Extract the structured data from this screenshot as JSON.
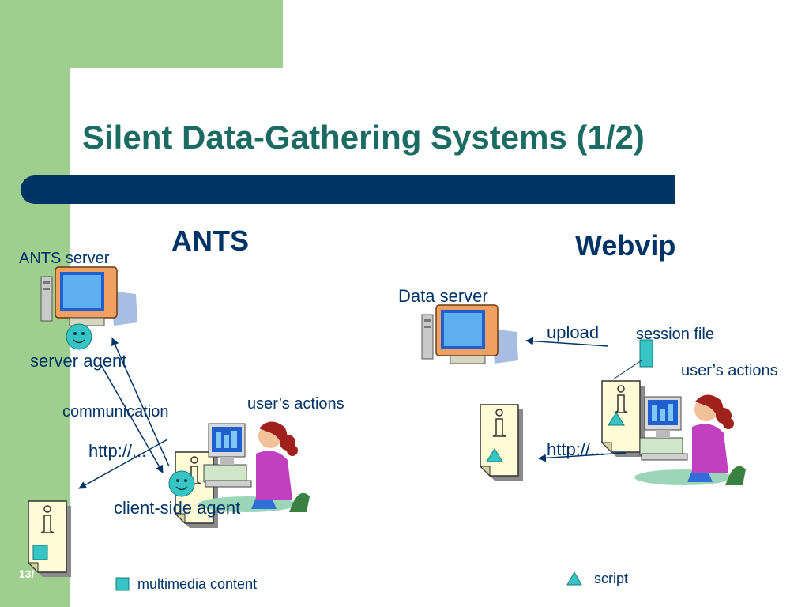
{
  "slide": {
    "title": "Silent Data-Gathering Systems (1/2)",
    "page_number": "13/",
    "colors": {
      "title": "#1b6b63",
      "accent_bar": "#003366",
      "side_panel": "#9fcf8f",
      "arrow": "#003366"
    }
  },
  "ants": {
    "heading": "ANTS",
    "server_label": "ANTS server",
    "server_agent_label": "server agent",
    "communication_label": "communication",
    "http_label": "http://...",
    "users_actions_label": "user’s actions",
    "client_agent_label": "client-side agent"
  },
  "webvip": {
    "heading": "Webvip",
    "data_server_label": "Data server",
    "upload_label": "upload",
    "session_file_label": "session file",
    "users_actions_label": "user’s actions",
    "http_label": "http://..."
  },
  "legend": {
    "multimedia_label": "multimedia content",
    "script_label": "script",
    "multimedia_icon": "teal-square-icon",
    "script_icon": "teal-triangle-icon"
  }
}
